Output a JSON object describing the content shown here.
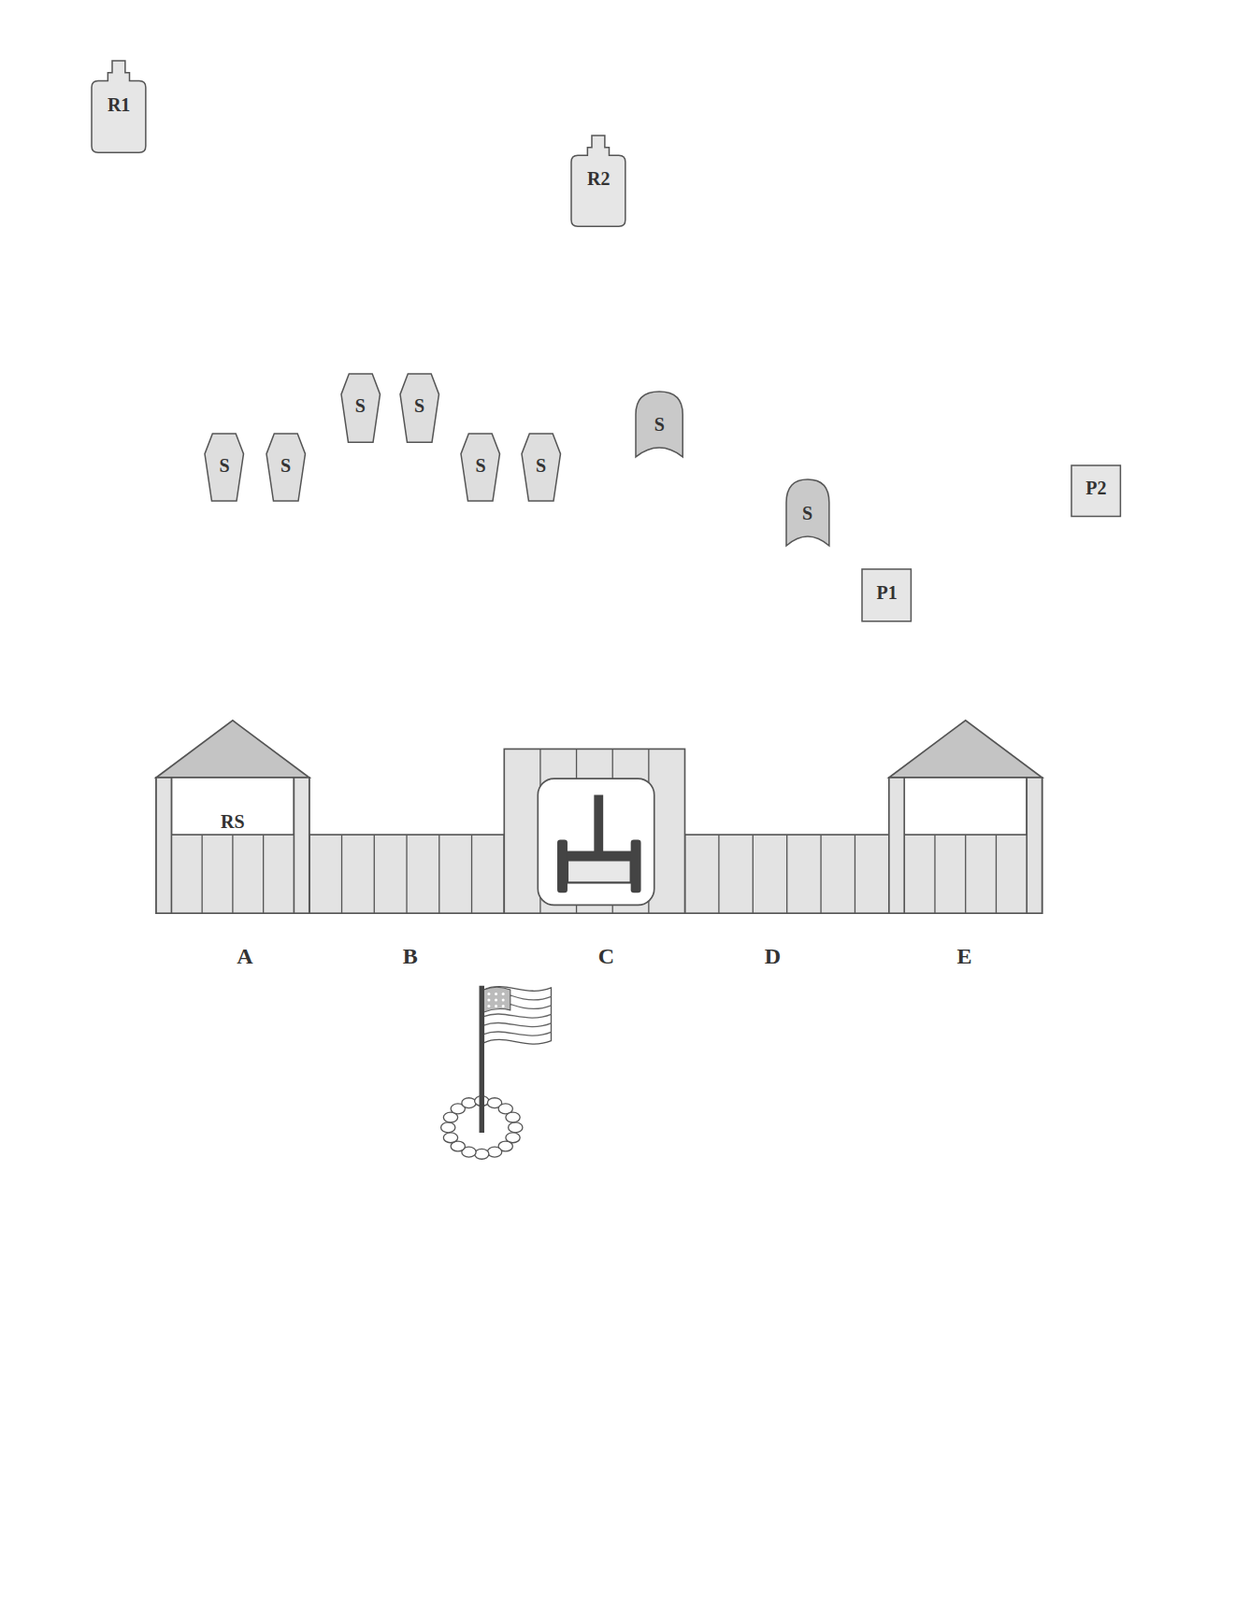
{
  "diagram": {
    "nodes": [
      {
        "text": [
          "R1"
        ]
      },
      {
        "text": [
          "R2"
        ]
      },
      {
        "text": [
          "S"
        ]
      },
      {
        "text": [
          "S"
        ]
      },
      {
        "text": [
          "S"
        ]
      },
      {
        "text": [
          "S"
        ]
      },
      {
        "text": [
          "S"
        ]
      },
      {
        "text": [
          "S"
        ]
      },
      {
        "text": [
          "S"
        ]
      },
      {
        "text": [
          "P2"
        ]
      },
      {
        "text": [
          "S"
        ]
      },
      {
        "text": [
          "P1"
        ]
      },
      {
        "text": [
          "RS"
        ]
      }
    ],
    "labels": [
      "A",
      "B",
      "C",
      "D",
      "E"
    ]
  }
}
